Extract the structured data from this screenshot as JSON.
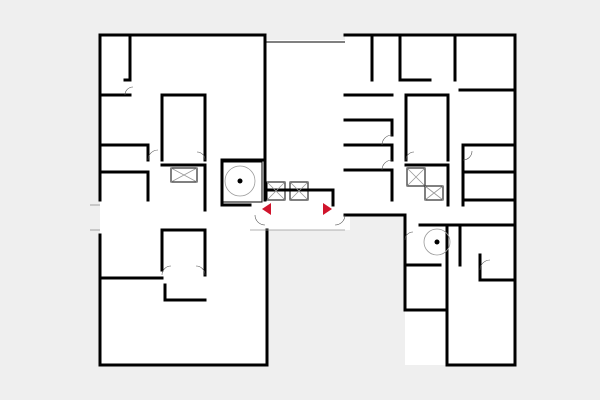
{
  "colors": {
    "background": "#efefef",
    "floor": "#ffffff",
    "wall": "#000000",
    "entrance_marker": "#d0142c",
    "light_line": "#999999"
  },
  "symbols": [
    "spiral-staircase",
    "elevator",
    "entrance-marker",
    "door-swing"
  ]
}
